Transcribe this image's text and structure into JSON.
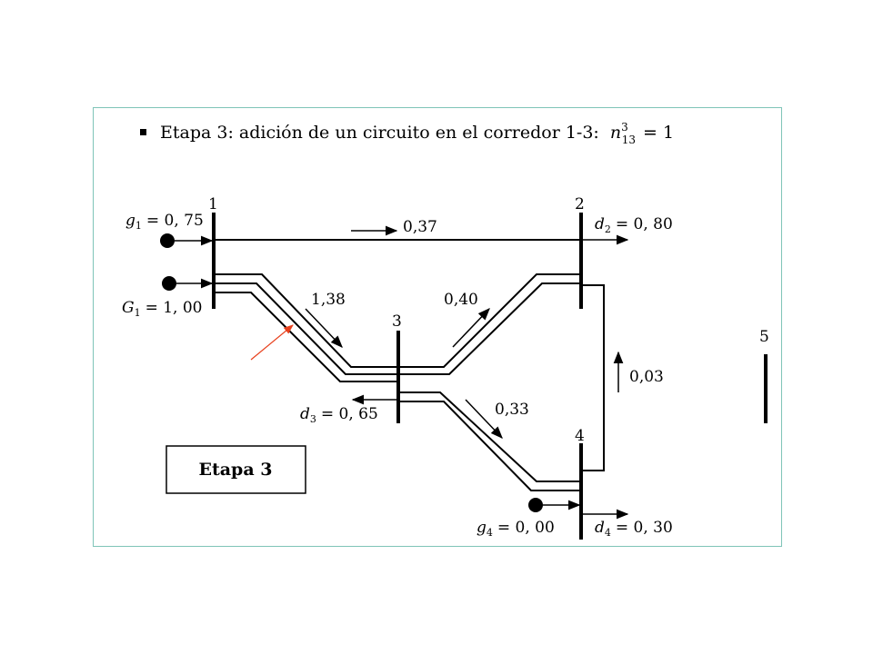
{
  "title": {
    "text": "Etapa 3: adición de un circuito en el corredor 1-3:",
    "eq_var": "n",
    "eq_sup": "3",
    "eq_sub": "13",
    "eq_rhs": "= 1"
  },
  "buses": {
    "b1": "1",
    "b2": "2",
    "b3": "3",
    "b4": "4",
    "b5": "5"
  },
  "gen": {
    "g1": {
      "var": "g",
      "sub": "1",
      "rhs": "= 0, 75"
    },
    "G1": {
      "var": "G",
      "sub": "1",
      "rhs": "= 1, 00"
    },
    "g4": {
      "var": "g",
      "sub": "4",
      "rhs": "= 0, 00"
    }
  },
  "demand": {
    "d2": {
      "var": "d",
      "sub": "2",
      "rhs": "= 0, 80"
    },
    "d3": {
      "var": "d",
      "sub": "3",
      "rhs": "= 0, 65"
    },
    "d4": {
      "var": "d",
      "sub": "4",
      "rhs": "= 0, 30"
    }
  },
  "flows": {
    "f12": "0,37",
    "f13": "1,38",
    "f23": "0,40",
    "f34": "0,33",
    "f24": "0,03"
  },
  "stage_box": "Etapa 3",
  "colors": {
    "frame": "#7fc4b8",
    "highlight_arrow": "#e8401c",
    "ink": "#000000"
  }
}
